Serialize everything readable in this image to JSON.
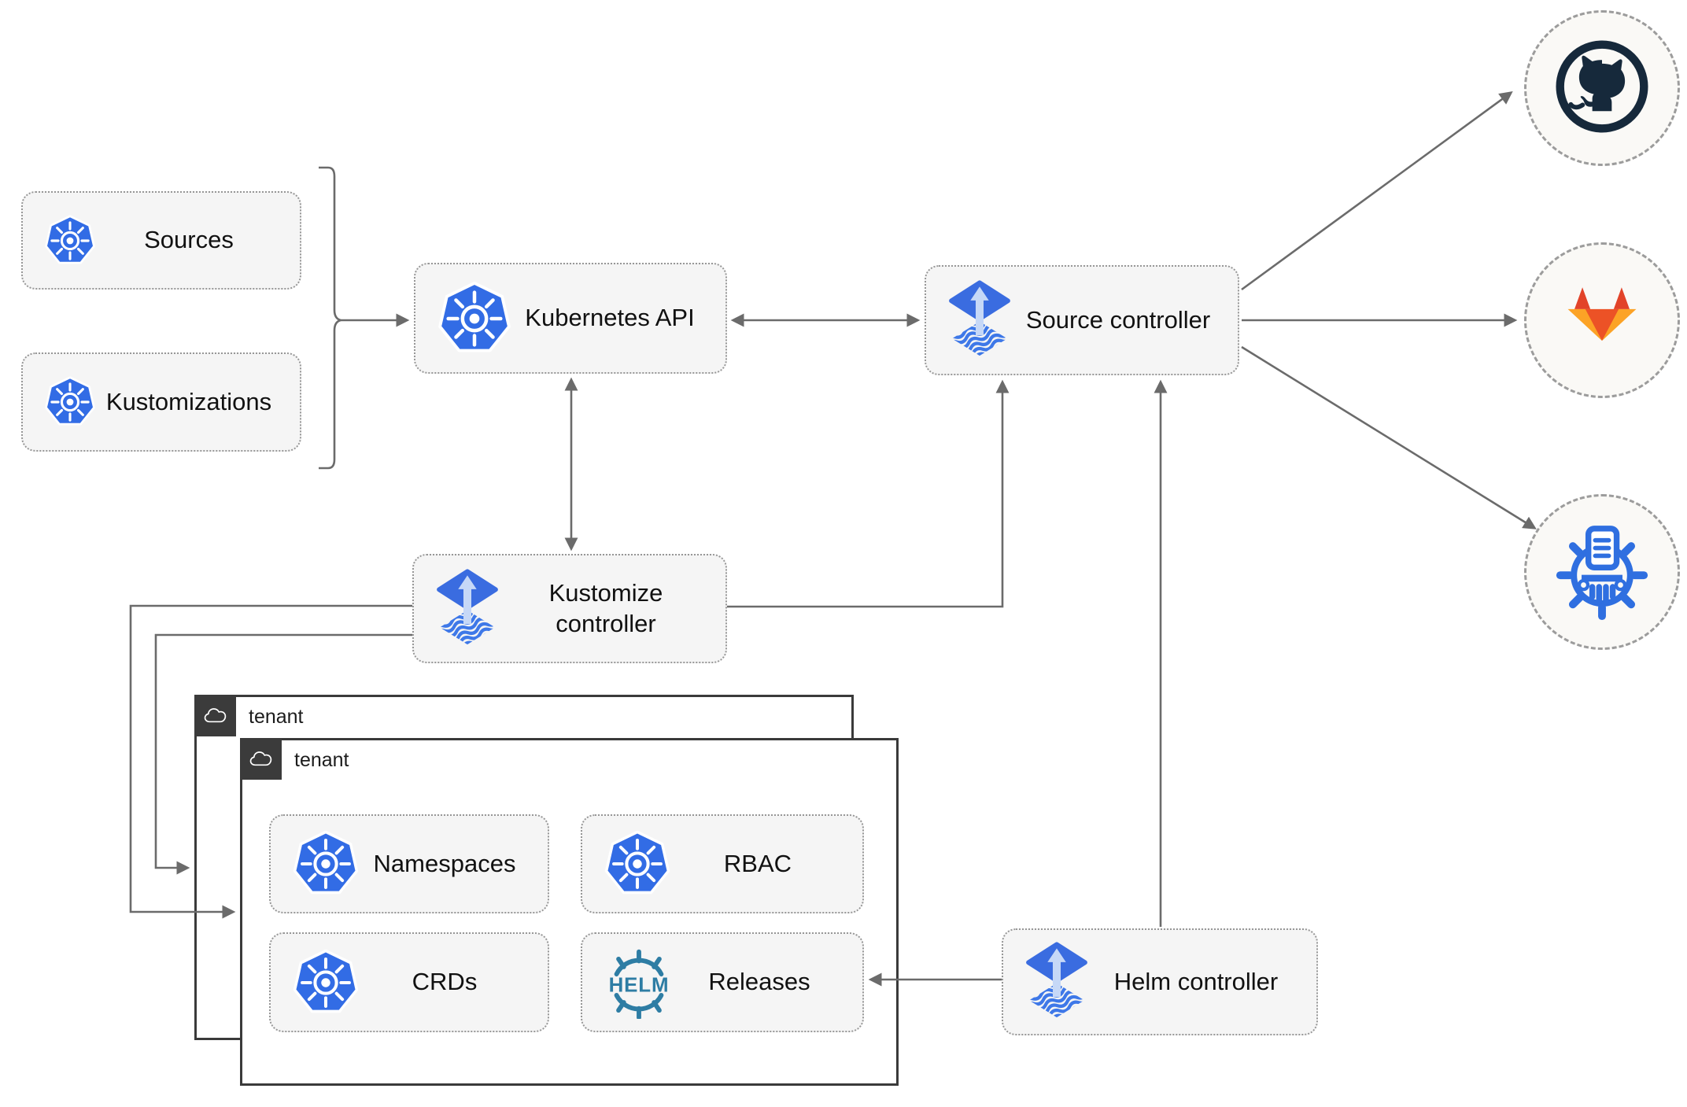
{
  "nodes": {
    "sources": {
      "label": "Sources"
    },
    "kustomizations": {
      "label": "Kustomizations"
    },
    "kubernetes_api": {
      "label": "Kubernetes API"
    },
    "source_controller": {
      "label": "Source controller"
    },
    "kustomize_controller": {
      "label": "Kustomize controller"
    },
    "helm_controller": {
      "label": "Helm controller"
    },
    "tenant_outer": {
      "label": "tenant"
    },
    "tenant_inner": {
      "label": "tenant"
    },
    "namespaces": {
      "label": "Namespaces"
    },
    "rbac": {
      "label": "RBAC"
    },
    "crds": {
      "label": "CRDs"
    },
    "releases": {
      "label": "Releases"
    }
  },
  "icons": {
    "kubernetes": "kubernetes-wheel-icon",
    "flux": "flux-gitops-arrow-icon",
    "helm": "helm-wheel-icon",
    "helm_text": "HELM",
    "github": "github-octocat-icon",
    "gitlab": "gitlab-tanuki-icon",
    "registry": "manifest-shredder-icon",
    "cloud": "cloud-icon"
  },
  "colors": {
    "kubernetes_blue": "#326ce5",
    "flux_blue": "#3a6ce0",
    "flux_light_arrow": "#c6d8f7",
    "helm_teal": "#2e7da4",
    "github_dark": "#16293b",
    "gitlab_red": "#e24329",
    "gitlab_orange": "#ec5226",
    "gitlab_yellow": "#fca326",
    "connector_gray": "#6b6b6b",
    "node_fill": "#f5f5f5",
    "tenant_border": "#3a3a3a"
  },
  "edges": [
    {
      "from": "sources+kustomizations",
      "to": "kubernetes-api",
      "style": "arrow"
    },
    {
      "from": "kubernetes-api",
      "to": "source-controller",
      "style": "double-arrow"
    },
    {
      "from": "kubernetes-api",
      "to": "kustomize-controller",
      "style": "double-arrow"
    },
    {
      "from": "kustomize-controller",
      "to": "source-controller",
      "style": "arrow"
    },
    {
      "from": "helm-controller",
      "to": "source-controller",
      "style": "arrow"
    },
    {
      "from": "source-controller",
      "to": "github",
      "style": "arrow"
    },
    {
      "from": "source-controller",
      "to": "gitlab",
      "style": "arrow"
    },
    {
      "from": "source-controller",
      "to": "registry",
      "style": "arrow"
    },
    {
      "from": "kustomize-controller",
      "to": "tenant-outer",
      "style": "arrow"
    },
    {
      "from": "kustomize-controller",
      "to": "tenant-inner",
      "style": "arrow"
    },
    {
      "from": "helm-controller",
      "to": "releases",
      "style": "arrow"
    }
  ]
}
